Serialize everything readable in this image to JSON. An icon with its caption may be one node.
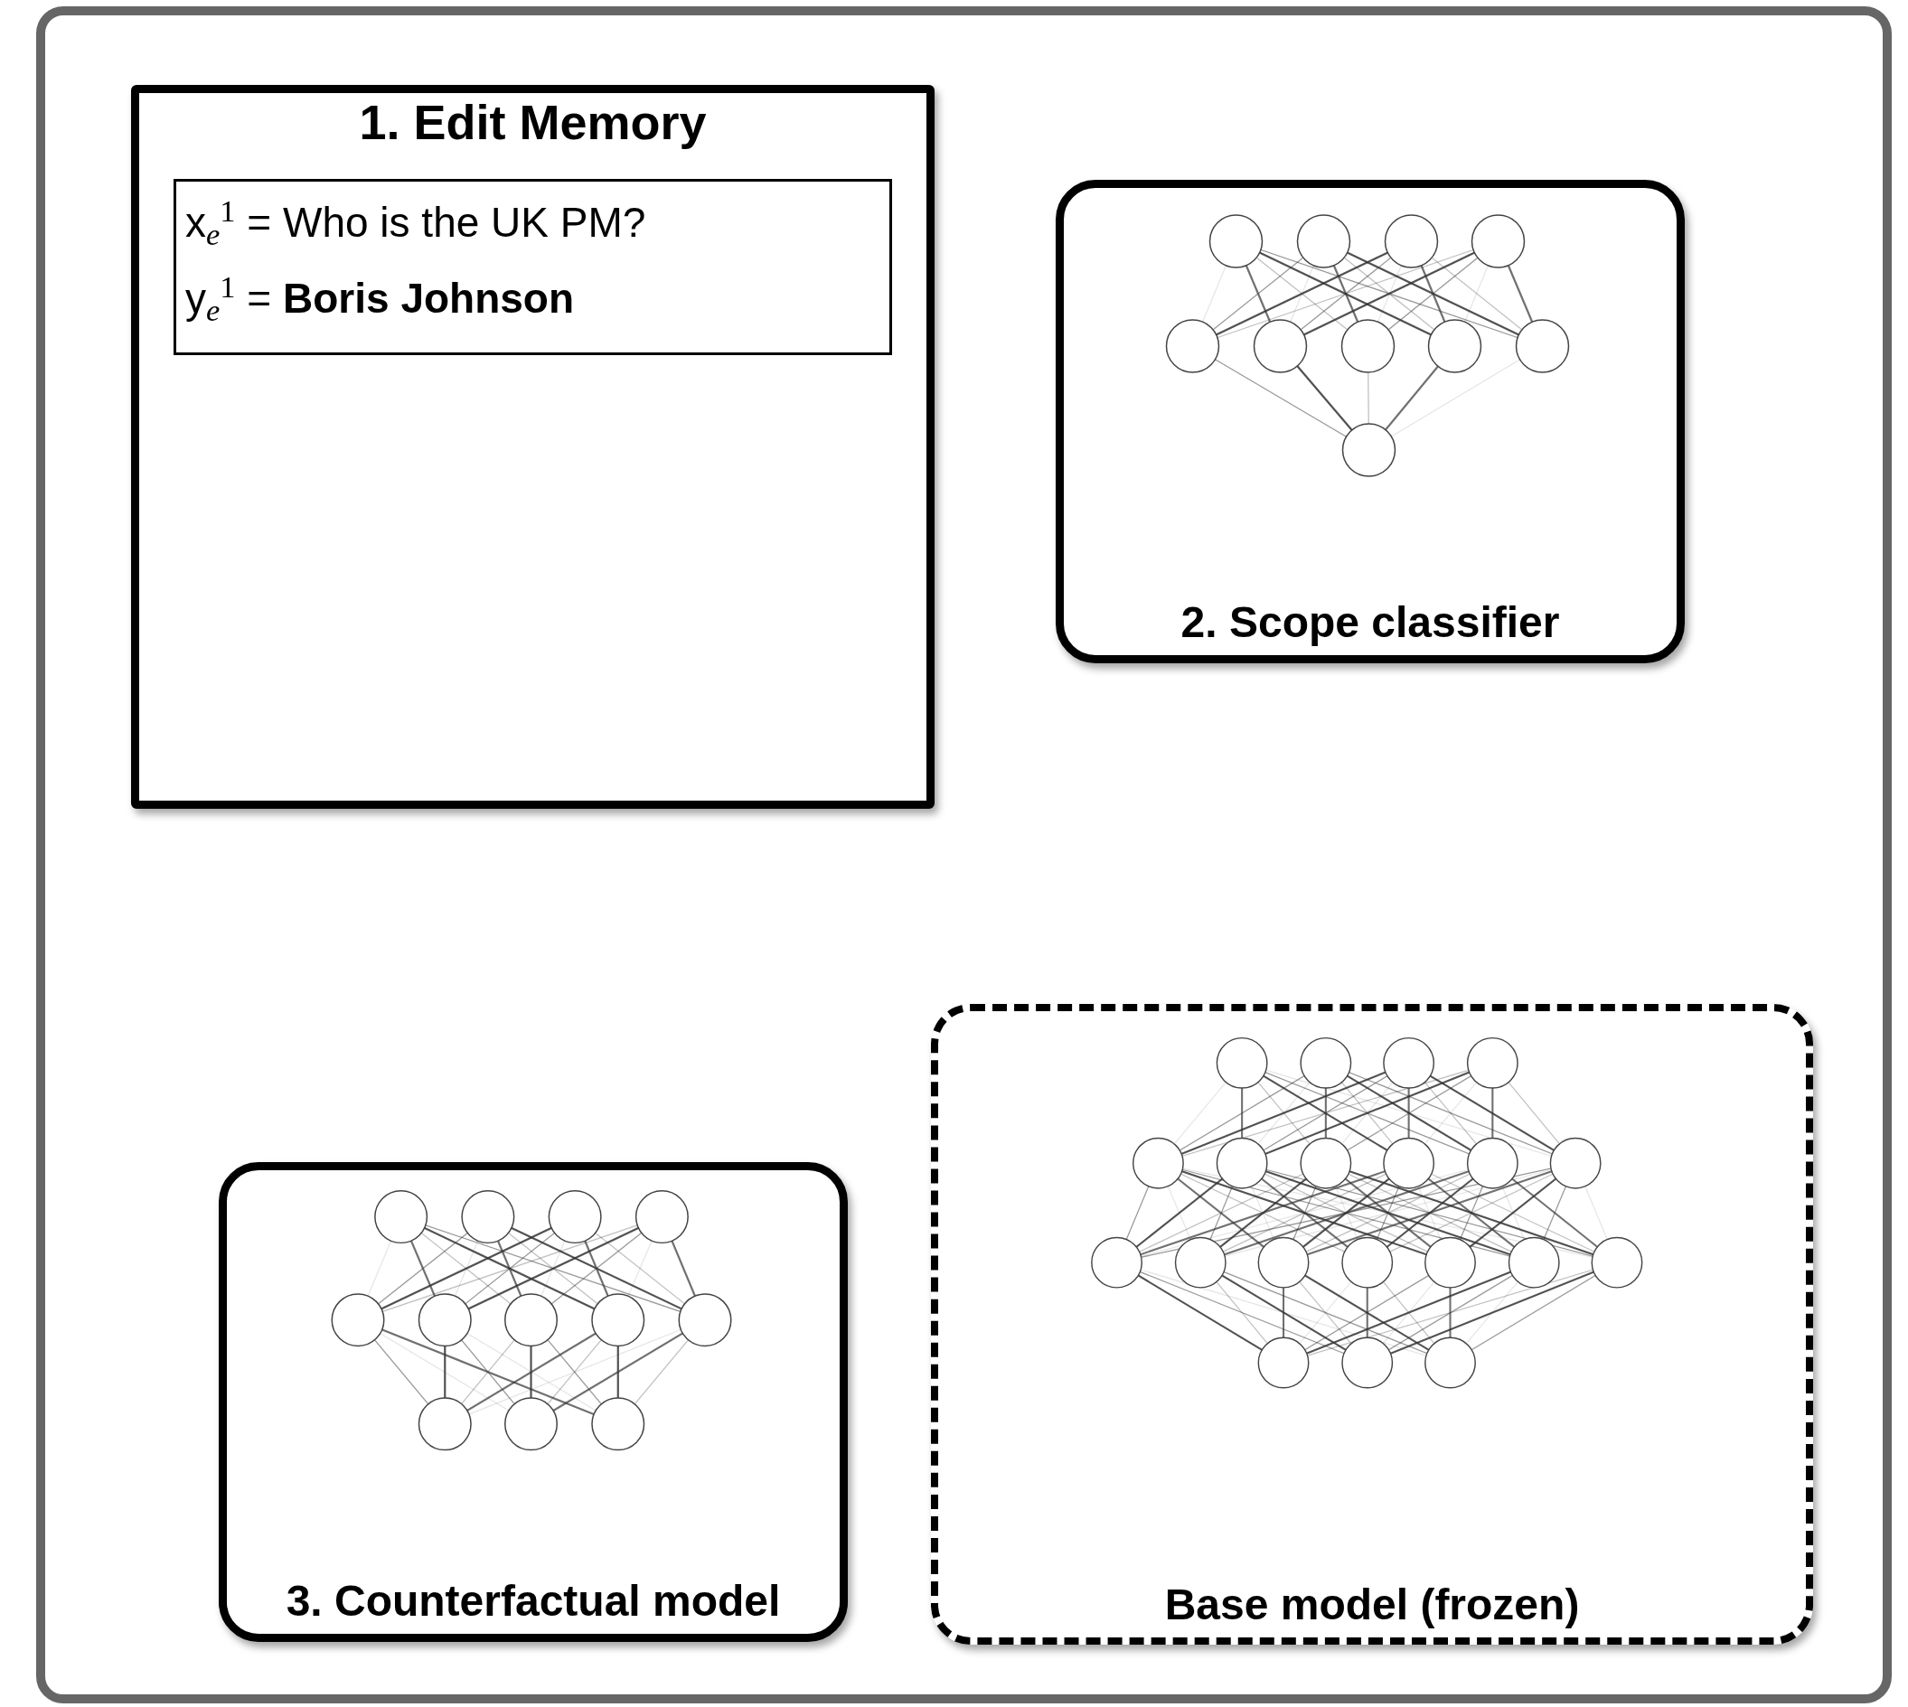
{
  "diagram": {
    "nodes": [
      {
        "text": [
          "1. Edit Memory"
        ]
      },
      {
        "text": [
          "x$_{e}$$^{1}$ = Who is the UK PM?",
          "y$_{e}$$^{1}$ = **Boris Johnson**"
        ],
        "in": 0
      },
      {
        "text": [
          "2. Scope classifier"
        ]
      },
      {
        "text": [
          "3. Counterfactual model"
        ]
      },
      {
        "text": [
          "Base model (frozen)"
        ]
      }
    ]
  }
}
